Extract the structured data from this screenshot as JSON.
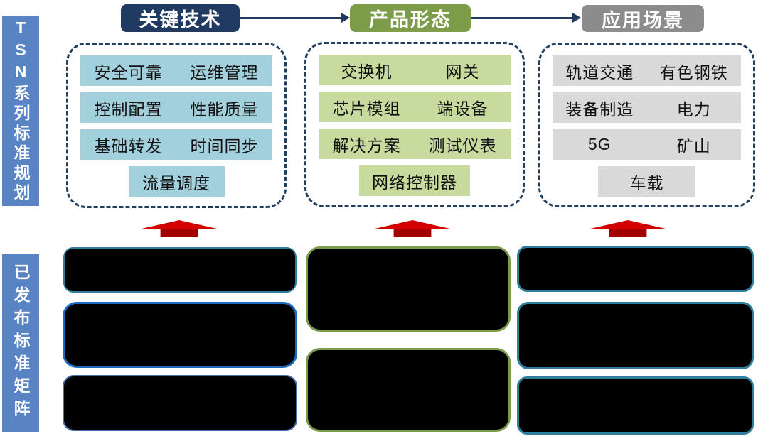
{
  "sidebar": {
    "top_label": "TSN系列标准规划",
    "bottom_label": "已发布标准矩阵"
  },
  "columns": [
    {
      "header": "关键技术",
      "cells": [
        "安全可靠",
        "运维管理",
        "控制配置",
        "性能质量",
        "基础转发",
        "时间同步",
        "流量调度"
      ]
    },
    {
      "header": "产品形态",
      "cells": [
        "交换机",
        "网关",
        "芯片模组",
        "端设备",
        "解决方案",
        "测试仪表",
        "网络控制器"
      ]
    },
    {
      "header": "应用场景",
      "cells": [
        "轨道交通",
        "有色钢铁",
        "装备制造",
        "电力",
        "5G",
        "矿山",
        "车载"
      ]
    }
  ],
  "colors": {
    "navy": "#203a61",
    "olive": "#7d9c4a",
    "gray": "#8c8c8c",
    "cell_blue": "#a3d0dd",
    "cell_green": "#c8db9f",
    "cell_gray": "#d9d9d9",
    "sidebar_blue": "#5884c4",
    "arrow_red": "#c40000",
    "panel_teal": "#2e7e9c",
    "panel_blue": "#1b6cc0",
    "panel_steel_blue": "#4a70ae",
    "panel_fill": "#000000"
  }
}
